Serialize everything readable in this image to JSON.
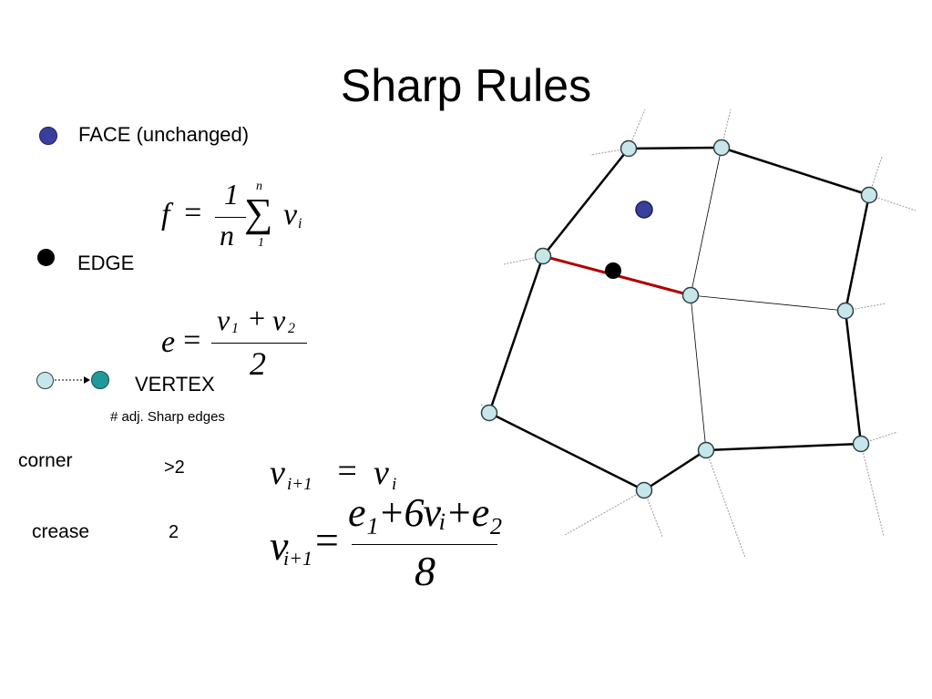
{
  "title": "Sharp Rules",
  "legend": {
    "face_label": "FACE (unchanged)",
    "edge_label": "EDGE",
    "vertex_label": "VERTEX",
    "adj_label": "# adj. Sharp edges"
  },
  "rules": [
    {
      "name": "corner",
      "count": ">2"
    },
    {
      "name": "crease",
      "count": "2"
    }
  ],
  "formulas": {
    "face": {
      "lhs": "f",
      "eq": "=",
      "num": "1",
      "den": "n",
      "sum_top": "n",
      "sum": "∑",
      "sum_bottom": "1",
      "term": "v",
      "term_sub": "i"
    },
    "edge": {
      "lhs": "e",
      "eq": "=",
      "num_a": "v",
      "num_a_sub": "1",
      "plus": "+",
      "num_b": "v",
      "num_b_sub": "2",
      "den": "2"
    },
    "corner": {
      "lhs": "v",
      "lhs_sub": "i+1",
      "eq": "=",
      "rhs": "v",
      "rhs_sub": "i"
    },
    "crease": {
      "lhs": "v",
      "lhs_sub": "i+1",
      "eq": "=",
      "num": "e₁+6vᵢ+e₂",
      "den": "8"
    }
  },
  "colors": {
    "face_point": "#3a3f9e",
    "edge_point": "#000000",
    "vertex_old": "#c6e6ea",
    "vertex_new": "#1f9a98",
    "sharp_edge": "#b00000",
    "mesh_line": "#000000",
    "stub_line": "#9a9a9a"
  }
}
